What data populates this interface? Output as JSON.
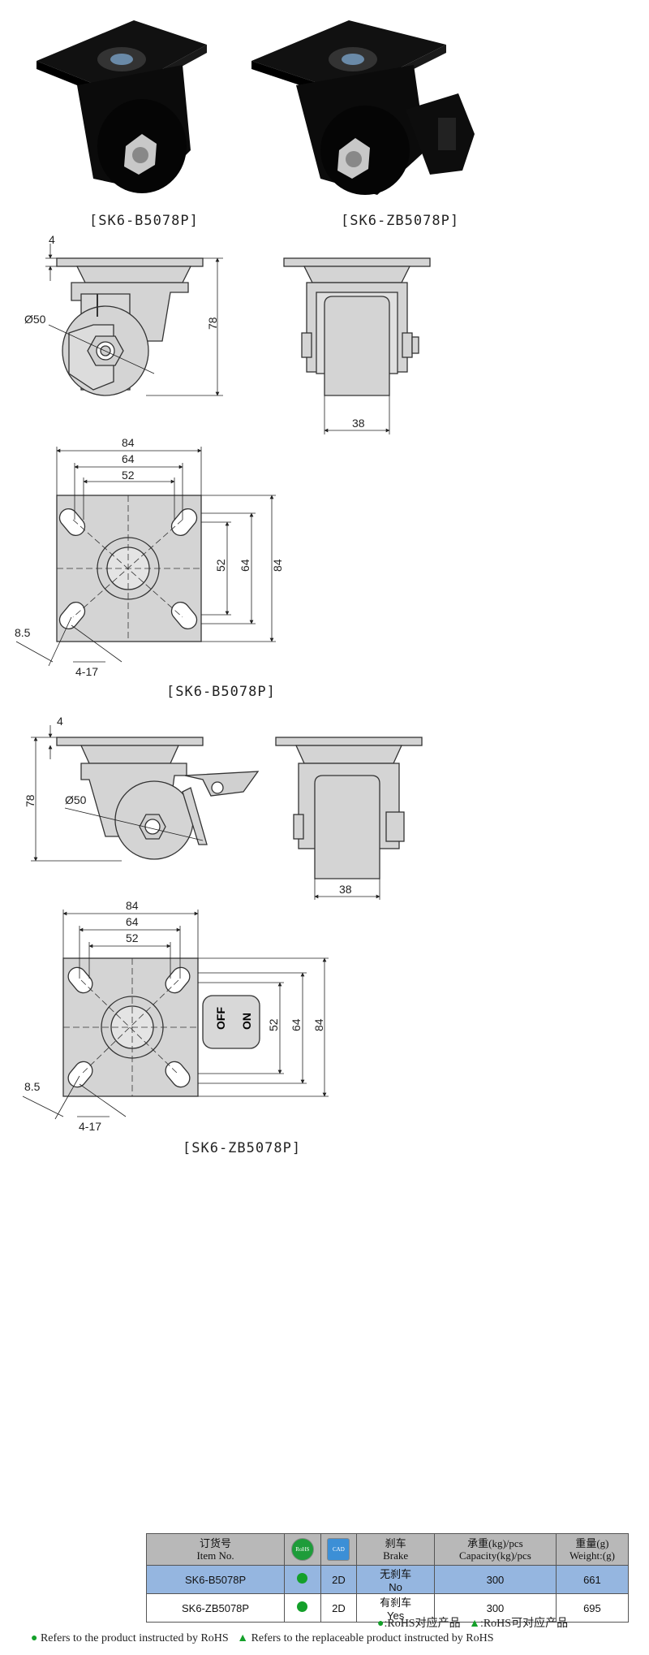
{
  "photos": [
    {
      "model": "SK6-B5078P",
      "caption": "[SK6-B5078P]",
      "icon": "caster-photo-no-brake"
    },
    {
      "model": "SK6-ZB5078P",
      "caption": "[SK6-ZB5078P]",
      "icon": "caster-photo-with-brake"
    }
  ],
  "drawing1": {
    "caption": "[SK6-B5078P]",
    "dims": {
      "plate": "4",
      "wheel_dia": "Ø50",
      "height": "78",
      "width": "38",
      "a84": "84",
      "a64": "64",
      "a52": "52",
      "v52": "52",
      "v64": "64",
      "v84": "84",
      "slot": "8.5",
      "holes": "4-17"
    }
  },
  "drawing2": {
    "caption": "[SK6-ZB5078P]",
    "dims": {
      "plate": "4",
      "wheel_dia": "Ø50",
      "height": "78",
      "width": "38",
      "a84": "84",
      "a64": "64",
      "a52": "52",
      "v52": "52",
      "v64": "64",
      "v84": "84",
      "slot": "8.5",
      "holes": "4-17"
    },
    "brake_off": "OFF",
    "brake_on": "ON"
  },
  "table": {
    "headers": {
      "item_cn": "订货号",
      "item_en": "Item No.",
      "rohs_label": "RoHS",
      "cad_label": "CAD",
      "brake_cn": "刹车",
      "brake_en": "Brake",
      "cap_cn": "承重(kg)/pcs",
      "cap_en": "Capacity(kg)/pcs",
      "weight_cn": "重量(g)",
      "weight_en": "Weight:(g)"
    },
    "rows": [
      {
        "item": "SK6-B5078P",
        "cad": "2D",
        "brake_cn": "无刹车",
        "brake_en": "No",
        "capacity": "300",
        "weight": "661"
      },
      {
        "item": "SK6-ZB5078P",
        "cad": "2D",
        "brake_cn": "有刹车",
        "brake_en": "Yes",
        "capacity": "300",
        "weight": "695"
      }
    ]
  },
  "legend": {
    "rohs_cn": ":RoHS对应产品",
    "rohs_alt_cn": ":RoHS可对应产品",
    "rohs_en": "Refers to the product instructed by RoHS",
    "rohs_alt_en": "Refers to the replaceable product instructed by RoHS"
  },
  "colors": {
    "part_fill": "#d4d4d4",
    "highlight_row": "#95b6e0",
    "rohs_green": "#14a02a",
    "header_gray": "#b8b8b8"
  }
}
